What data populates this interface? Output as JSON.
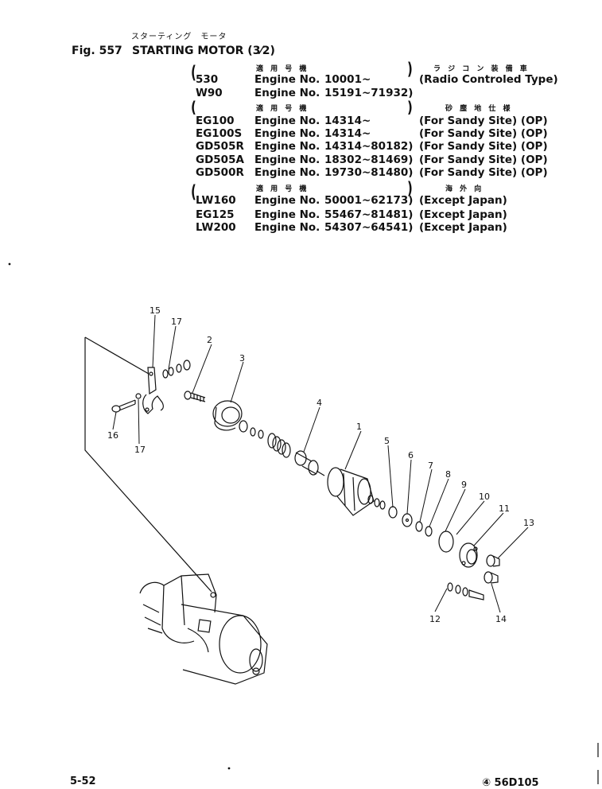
{
  "header": {
    "jp_title": "スターティング　モータ",
    "fig_label": "Fig. 557",
    "title": "STARTING MOTOR (3⁄2)"
  },
  "groups": [
    {
      "hdr_left": "適 用 号 機",
      "hdr_right": "ラ ジ コ ン 装 備 車",
      "rows": [
        {
          "model": "530",
          "eng": "Engine No.",
          "num": "10001~",
          "note": "(Radio Controled Type)"
        },
        {
          "model": "W90",
          "eng": "Engine No.",
          "num": "15191~71932)",
          "note": ""
        }
      ]
    },
    {
      "hdr_left": "適 用 号 機",
      "hdr_right": "砂 塵 地 仕 様",
      "rows": [
        {
          "model": "EG100",
          "eng": "Engine No.",
          "num": "14314~",
          "note": "(For Sandy Site) (OP)"
        },
        {
          "model": "EG100S",
          "eng": "Engine No.",
          "num": "14314~",
          "note": "(For Sandy Site) (OP)"
        },
        {
          "model": "GD505R",
          "eng": "Engine No.",
          "num": "14314~80182)",
          "note": "(For Sandy Site) (OP)"
        },
        {
          "model": "GD505A",
          "eng": "Engine No.",
          "num": "18302~81469)",
          "note": "(For Sandy Site) (OP)"
        },
        {
          "model": "GD500R",
          "eng": "Engine No.",
          "num": "19730~81480)",
          "note": "(For Sandy Site) (OP)"
        }
      ]
    },
    {
      "hdr_left": "適 用 号 機",
      "hdr_right": "海 外 向",
      "rows": [
        {
          "model": "LW160",
          "eng": "Engine No.",
          "num": "50001~62173)",
          "note": "(Except Japan)"
        },
        {
          "model": "EG125",
          "eng": "Engine No.",
          "num": "55467~81481)",
          "note": "(Except Japan)"
        },
        {
          "model": "LW200",
          "eng": "Engine No.",
          "num": "54307~64541)",
          "note": "(Except Japan)"
        }
      ]
    }
  ],
  "callouts": [
    "1",
    "2",
    "3",
    "4",
    "5",
    "6",
    "7",
    "8",
    "9",
    "10",
    "11",
    "12",
    "13",
    "14",
    "15",
    "16",
    "17",
    "17"
  ],
  "footer": {
    "page": "5-52",
    "code": "④ 56D105"
  },
  "colors": {
    "ink": "#111111",
    "paper": "#ffffff"
  }
}
